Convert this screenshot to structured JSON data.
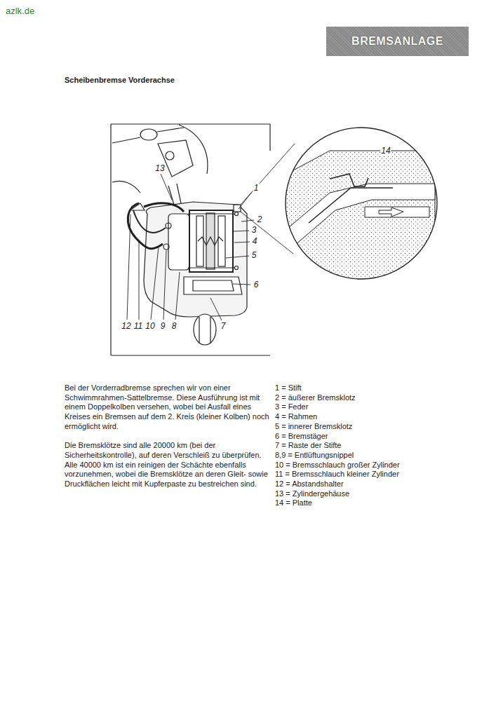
{
  "diagram": {
    "title": "Scheibenbremse Vorderachse",
    "nodes": [
      {
        "text": [
          "BREMSANLAGE"
        ]
      }
    ],
    "labels": [
      "azlk.de",
      "13",
      "1",
      "2",
      "3",
      "4",
      "5",
      "6",
      "7",
      "12",
      "11",
      "10",
      "9",
      "8",
      "14",
      "Bei der Vorderradbremse sprechen wir von einer Schwimmrahmen-Sattelbremse. Diese Ausführung ist mit einem Doppelkolben versehen, wobei bei Ausfall eines Kreises ein Bremsen auf dem 2. Kreis (kleiner Kolben) noch ermöglicht wird.",
      "Die Bremsklötze sind alle 20000 km (bei der Sicherheitskontrolle), auf deren Verschleiß zu überprüfen. Alle 40000 km ist ein reinigen der Schächte ebenfalls vorzunehmen, wobei die Bremsklötze an deren Gleit- sowie Druckflächen leicht mit Kupferpaste zu bestreichen sind.",
      "1 = Stift",
      "2 = äußerer Bremsklotz",
      "3 = Feder",
      "4 = Rahmen",
      "5 = innerer Bremsklotz",
      "6 = Bremstäger",
      "7 = Raste der Stifte",
      "8,9 = Entlüftungsnippel",
      "10 = Bremsschlauch großer Zylinder",
      "11 = Bremsschlauch kleiner Zylinder",
      "12 = Abstandshalter",
      "13 = Zylindergehäuse",
      "14 = Platte"
    ]
  }
}
